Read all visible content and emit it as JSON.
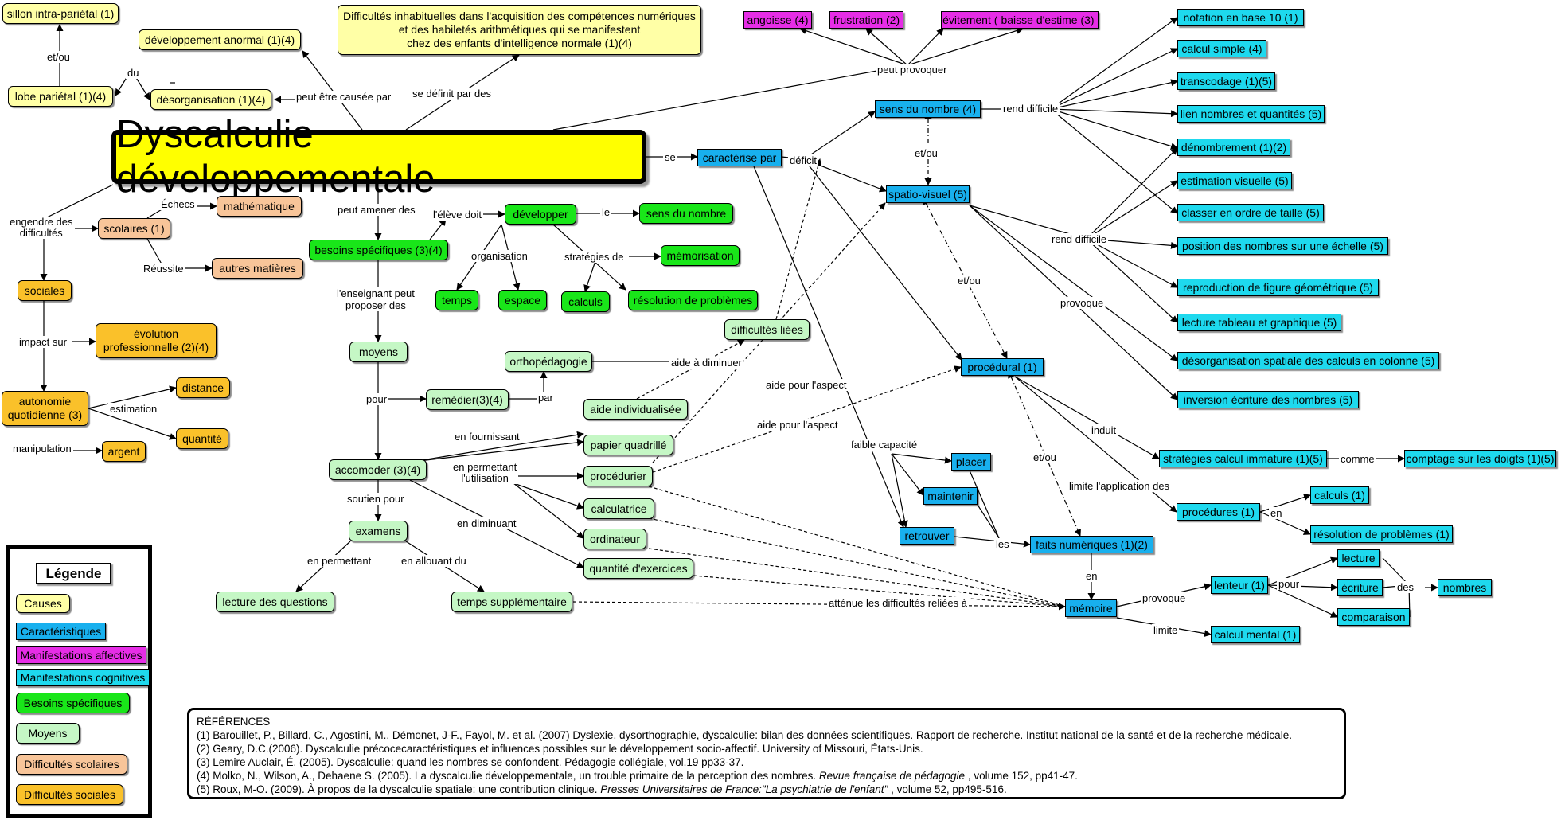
{
  "title": "Dyscalculie développementale",
  "nodes": {
    "sillon": "sillon intra-pariétal (1)",
    "lobe": "lobe pariétal (1)(4)",
    "dev_anormal": "développement anormal (1)(4)",
    "desorg": "désorganisation (1)(4)",
    "definition_l1": "Difficultés inhabituelles dans l'acquisition des compétences numériques",
    "definition_l2": "et des habiletés arithmétiques qui se manifestent",
    "definition_l3": "chez des enfants d'intelligence normale (1)(4)",
    "angoisse": "angoisse (4)",
    "frustration": "frustration (2)",
    "evitement": "évitement (2)",
    "baisse": "baisse d'estime (3)",
    "mathematique": "mathématique",
    "scolaires": "scolaires (1)",
    "autres_matieres": "autres matières",
    "sociales": "sociales",
    "evolution_l1": "évolution",
    "evolution_l2": "professionnelle (2)(4)",
    "autonomie_l1": "autonomie",
    "autonomie_l2": "quotidienne (3)",
    "distance": "distance",
    "quantite": "quantité",
    "argent": "argent",
    "besoins": "besoins spécifiques (3)(4)",
    "developper": "développer",
    "sens_nombre_vert": "sens du nombre",
    "memorisation": "mémorisation",
    "temps": "temps",
    "espace": "espace",
    "calculs_vert": "calculs",
    "resolution_vert": "résolution de problèmes",
    "moyens": "moyens",
    "orthopedagogie": "orthopédagogie",
    "difficultes_liees": "difficultés liées",
    "remedier": "remédier(3)(4)",
    "aide_indiv": "aide individualisée",
    "papier": "papier quadrillé",
    "procedurier": "procédurier",
    "calculatrice": "calculatrice",
    "ordinateur": "ordinateur",
    "quantite_ex": "quantité d'exercices",
    "accomoder": "accomoder (3)(4)",
    "examens": "examens",
    "lecture_q": "lecture des questions",
    "temps_supp": "temps supplémentaire",
    "caracterise": "caractérise par",
    "sens_nombre": "sens du nombre (4)",
    "spatio": "spatio-visuel (5)",
    "procedural": "procédural (1)",
    "placer": "placer",
    "maintenir": "maintenir",
    "retrouver": "retrouver",
    "faits": "faits numériques (1)(2)",
    "memoire": "mémoire",
    "lenteur": "lenteur (1)",
    "lecture": "lecture",
    "ecriture": "écriture",
    "comparaison": "comparaison",
    "nombres": "nombres",
    "calcul_mental": "calcul mental (1)",
    "strategies": "stratégies calcul immature (1)(5)",
    "comptage": "comptage sur les doigts (1)(5)",
    "procedures": "procédures (1)",
    "calculs_cyan": "calculs (1)",
    "resolution_cyan": "résolution de problèmes (1)",
    "base10": "notation en base 10 (1)",
    "calcul_simple": "calcul simple (4)",
    "transcodage": "transcodage (1)(5)",
    "lien": "lien nombres et quantités (5)",
    "denombrement": "dénombrement (1)(2)",
    "estimation": "estimation visuelle (5)",
    "classer": "classer en ordre de taille (5)",
    "position": "position des nombres sur une échelle (5)",
    "reproduction": "reproduction de figure géométrique (5)",
    "lecture_tableau": "lecture tableau et graphique (5)",
    "desorg_spatiale": "désorganisation spatiale des calculs en colonne (5)",
    "inversion": "inversion écriture des nombres (5)"
  },
  "labels": {
    "et_ou_1": "et/ou",
    "du": "du",
    "causee": "peut être causée par",
    "definit": "se définit par des",
    "peut_provoquer": "peut provoquer",
    "se": "se",
    "deficit": "déficit",
    "engendre_l1": "engendre des",
    "engendre_l2": "difficultés",
    "echecs": "Échecs",
    "reussite": "Réussite",
    "impact": "impact sur",
    "estimation_lbl": "estimation",
    "manipulation": "manipulation",
    "peut_amener": "peut amener des",
    "eleve_doit": "l'élève doit",
    "le": "le",
    "organisation": "organisation",
    "strategies_de": "stratégies de",
    "enseignant_l1": "l'enseignant peut",
    "enseignant_l2": "proposer des",
    "pour": "pour",
    "par": "par",
    "aide_diminuer": "aide à diminuer",
    "aide_aspect_1": "aide pour l'aspect",
    "aide_aspect_2": "aide pour l'aspect",
    "en_fournissant": "en fournissant",
    "en_permettant_l1": "en permettant",
    "en_permettant_l2": "l'utilisation",
    "en_diminuant": "en diminuant",
    "soutien": "soutien pour",
    "en_permettant_2": "en permettant",
    "en_allouant": "en allouant du",
    "attenue": "atténue les difficultés reliées à",
    "rend_difficile_1": "rend difficile",
    "et_ou_2": "et/ou",
    "rend_difficile_2": "rend difficile",
    "provoque_1": "provoque",
    "et_ou_3": "et/ou",
    "et_ou_4": "et/ou",
    "faible": "faible capacité",
    "les": "les",
    "en_1": "en",
    "provoque_2": "provoque",
    "pour_2": "pour",
    "des": "des",
    "limite": "limite",
    "induit": "induit",
    "comme": "comme",
    "limite_app": "limite l'application des",
    "en_2": "en"
  },
  "legend": {
    "title": "Légende",
    "items": [
      "Causes",
      "Caractéristiques",
      "Manifestations affectives",
      "Manifestations cognitives",
      "Besoins spécifiques",
      "Moyens",
      "Difficultés scolaires",
      "Difficultés sociales"
    ]
  },
  "references": {
    "heading": "RÉFÉRENCES",
    "r1": "(1) Barouillet, P., Billard, C., Agostini, M., Démonet, J-F., Fayol, M. et al. (2007) Dyslexie, dysorthographie, dyscalculie: bilan des données scientifiques. Rapport de recherche. Institut national de la santé et de la recherche médicale.",
    "r2": "(2) Geary, D.C.(2006). Dyscalculie précocecaractéristiques et influences possibles sur le développement socio-affectif. University of Missouri, États-Unis.",
    "r3": "(3) Lemire Auclair, É. (2005). Dyscalculie: quand les nombres se confondent. Pédagogie collégiale, vol.19 pp33-37.",
    "r4a": "(4) Molko, N., Wilson, A., Dehaene S. (2005). La dyscalculie développementale, un trouble primaire de la perception des nombres. ",
    "r4b": "Revue française de pédagogie",
    "r4c": " , volume 152, pp41-47.",
    "r5a": "(5) Roux, M-O. (2009). À propos de la dyscalculie spatiale: une contribution clinique. ",
    "r5b": "Presses Universitaires de France:\"La psychiatrie de l'enfant\"",
    "r5c": " , volume 52, pp495-516."
  },
  "colors": {
    "causes": "#FFFFA6",
    "title": "#FFFF00",
    "caracteristiques": "#18B0EE",
    "affectives": "#E62DE6",
    "cognitives": "#1ED9EE",
    "besoins": "#19E619",
    "moyens": "#C5F7C5",
    "scolaires": "#F8C599",
    "sociales": "#FAC12A"
  }
}
